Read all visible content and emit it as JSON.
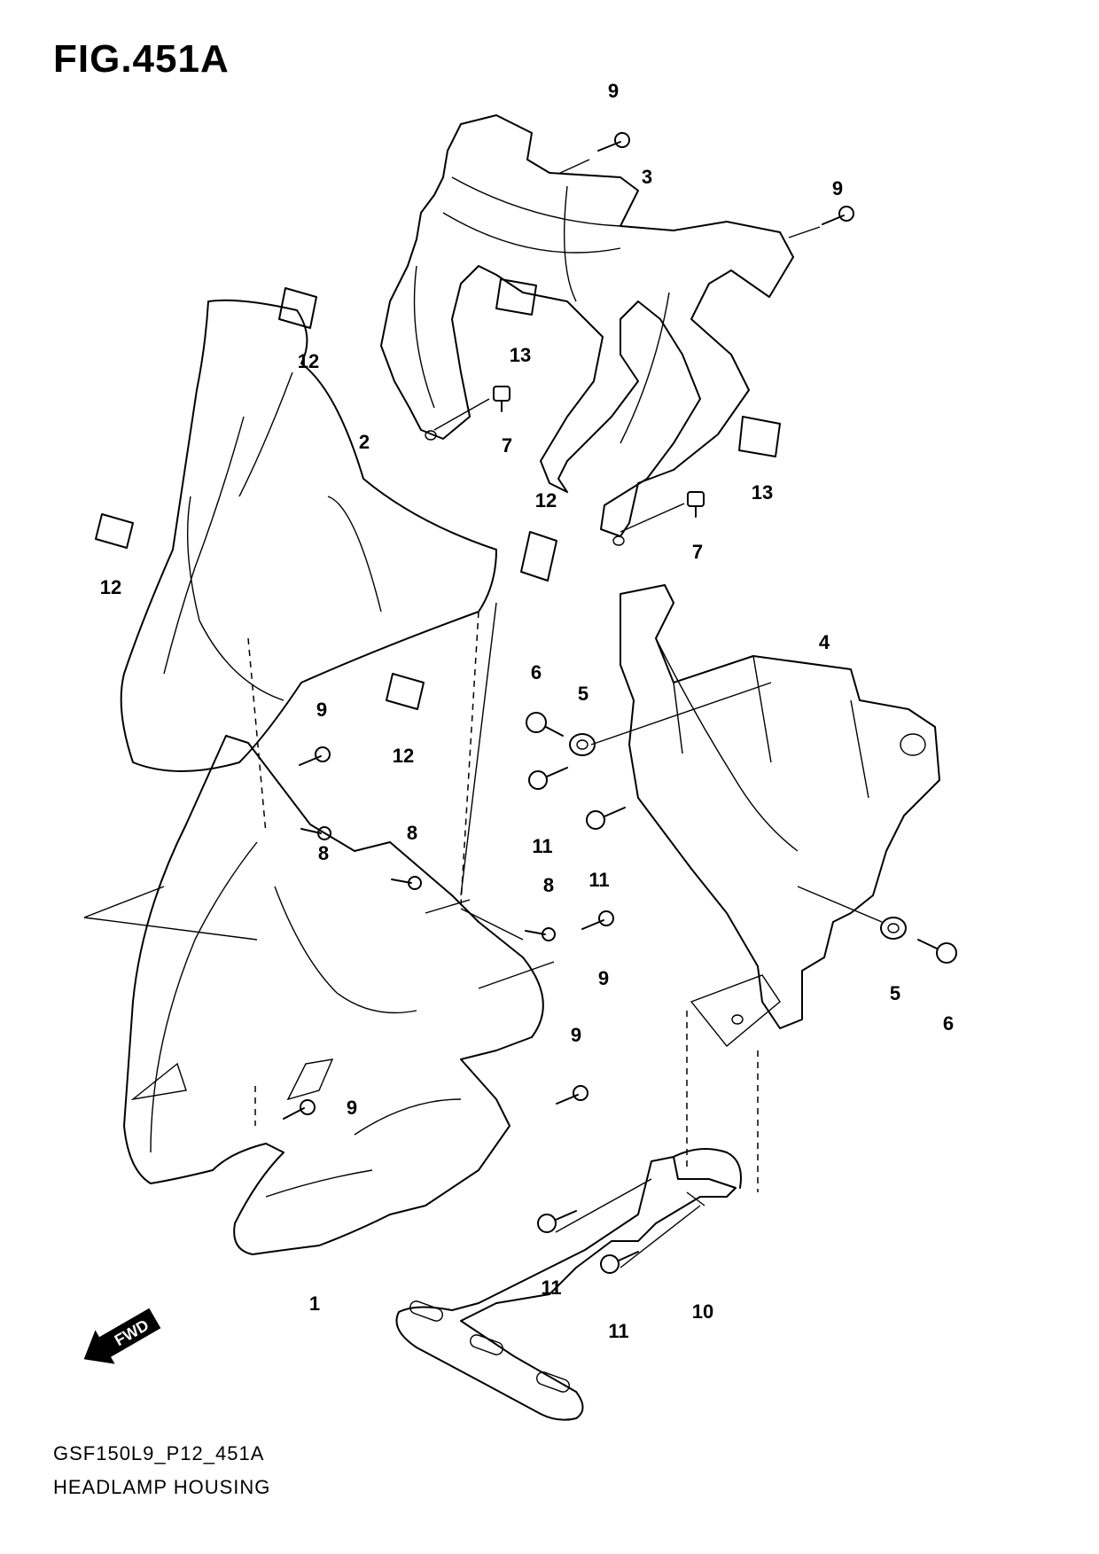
{
  "figure": {
    "title": "FIG.451A",
    "code": "GSF150L9_P12_451A",
    "name": "HEADLAMP HOUSING"
  },
  "direction_badge": "FWD",
  "callouts": [
    "1",
    "2",
    "3",
    "4",
    "5",
    "5",
    "6",
    "6",
    "7",
    "7",
    "8",
    "8",
    "8",
    "9",
    "9",
    "9",
    "9",
    "9",
    "9",
    "10",
    "11",
    "11",
    "11",
    "11",
    "12",
    "12",
    "12",
    "12",
    "13",
    "13"
  ]
}
